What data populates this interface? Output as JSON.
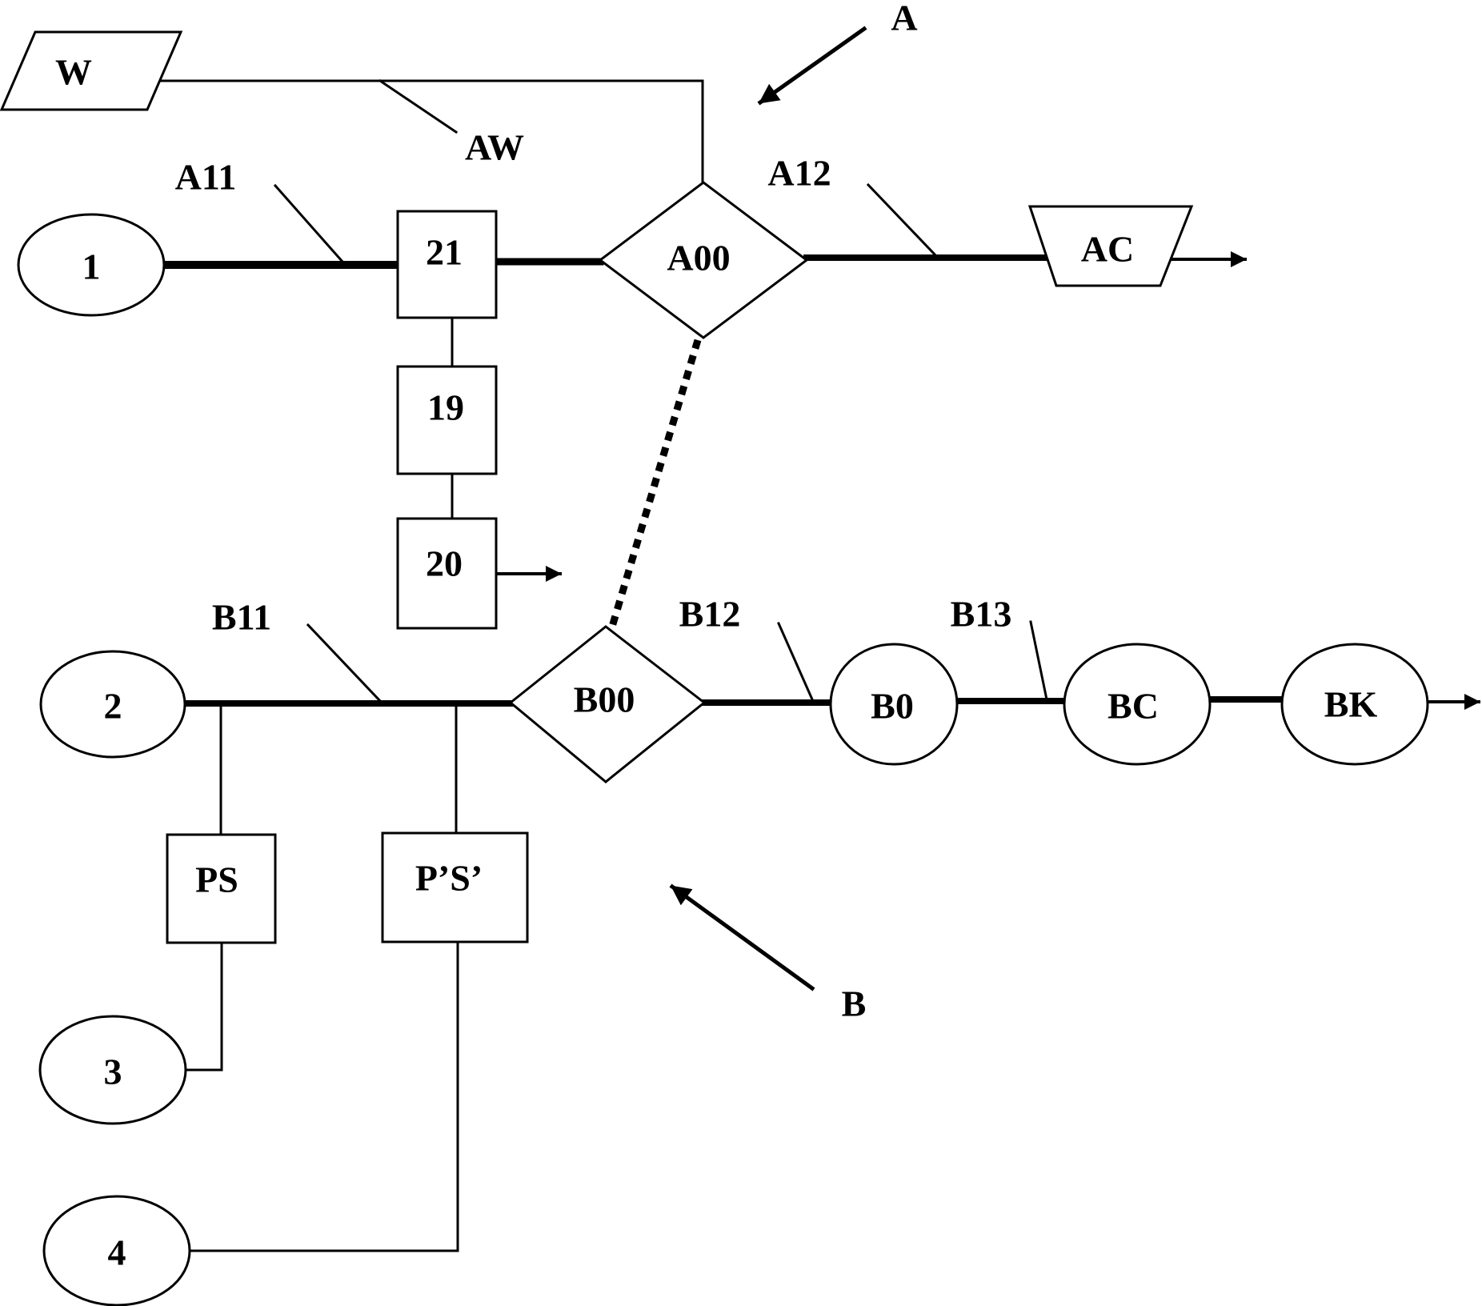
{
  "nodes": {
    "w": "W",
    "n1": "1",
    "n2": "2",
    "n3": "3",
    "n4": "4",
    "box21": "21",
    "box19": "19",
    "box20": "20",
    "a00": "A00",
    "ac": "AC",
    "b00": "B00",
    "b0": "B0",
    "bc": "BC",
    "bk": "BK",
    "ps": "PS",
    "psp": "P’S’"
  },
  "refs": {
    "a": "A",
    "aw": "AW",
    "a11": "A11",
    "a12": "A12",
    "b": "B",
    "b11": "B11",
    "b12": "B12",
    "b13": "B13"
  }
}
